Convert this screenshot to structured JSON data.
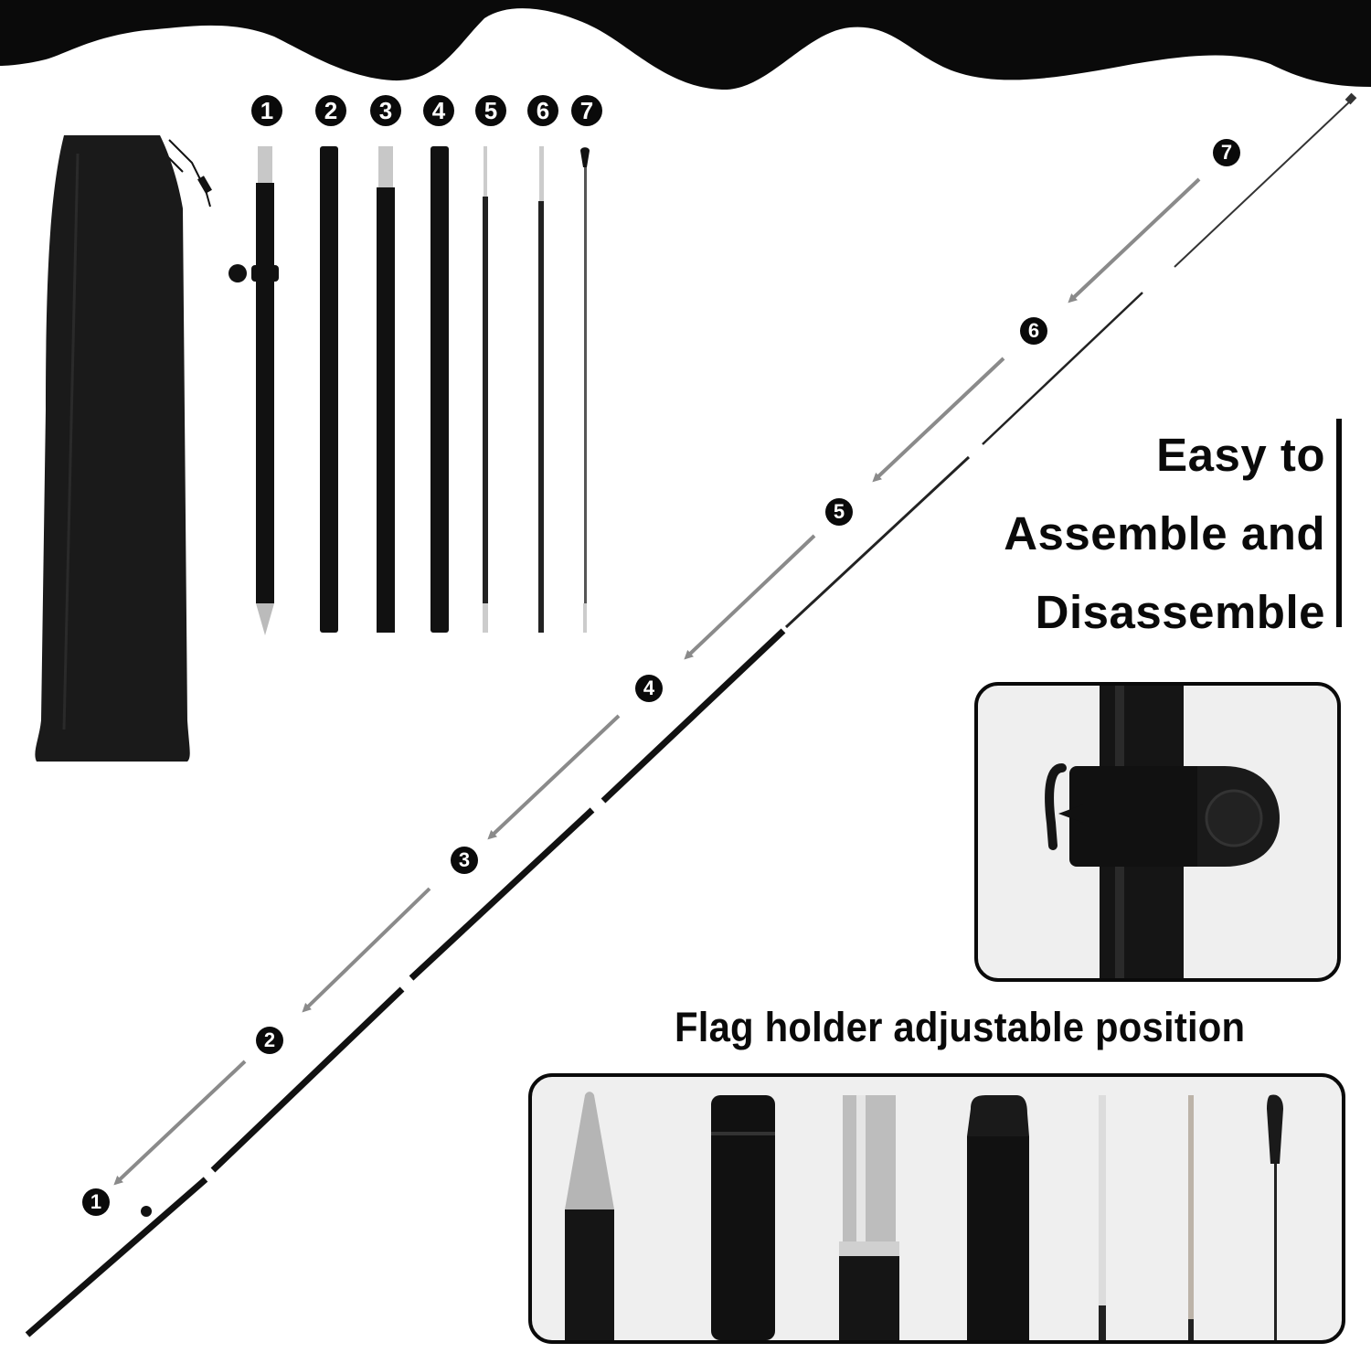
{
  "header": {
    "heading_lines": [
      "Easy to",
      "Assemble and",
      "Disassemble"
    ],
    "subheading": "Flag holder adjustable position"
  },
  "parts_row": {
    "labels": [
      "1",
      "2",
      "3",
      "4",
      "5",
      "6",
      "7"
    ]
  },
  "assembly_diagram": {
    "labels": [
      "7",
      "6",
      "5",
      "4",
      "3",
      "2",
      "1"
    ]
  },
  "colors": {
    "ink": "#0a0a0a",
    "arrow": "#8a8a8a",
    "panel_bg": "#efefef",
    "metal": "#c8c8c8"
  }
}
